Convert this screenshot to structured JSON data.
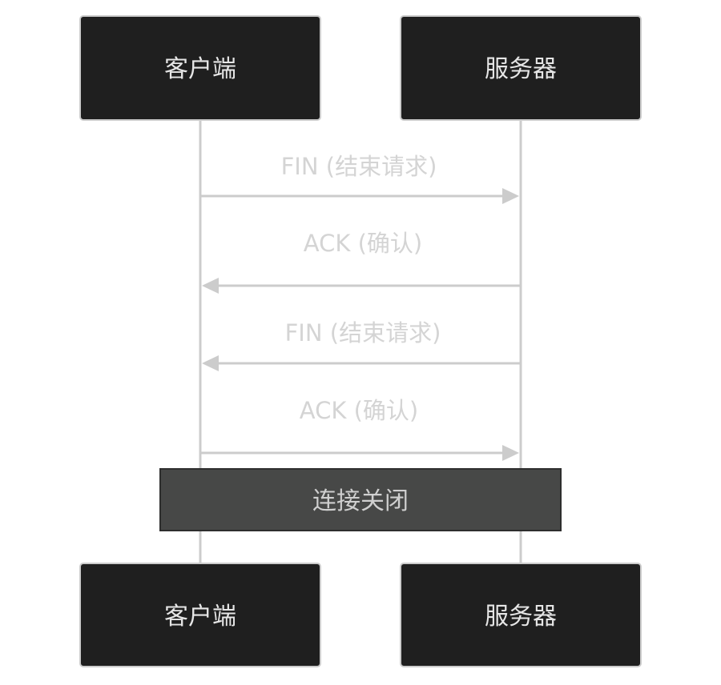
{
  "diagram": {
    "type": "sequence",
    "colors": {
      "actor_fill": "#1f1f1f",
      "actor_border": "#cccccc",
      "actor_text": "#e6e6e6",
      "line": "#cccccc",
      "message_text": "#d4d4d4",
      "note_fill": "#474847",
      "note_text": "#cfcfcf"
    },
    "participants": [
      {
        "id": "client",
        "label": "客户端"
      },
      {
        "id": "server",
        "label": "服务器"
      }
    ],
    "messages": [
      {
        "from": "client",
        "to": "server",
        "label": "FIN (结束请求)"
      },
      {
        "from": "server",
        "to": "client",
        "label": "ACK (确认)"
      },
      {
        "from": "server",
        "to": "client",
        "label": "FIN (结束请求)"
      },
      {
        "from": "client",
        "to": "server",
        "label": "ACK (确认)"
      }
    ],
    "note": {
      "over": [
        "client",
        "server"
      ],
      "label": "连接关闭"
    }
  }
}
